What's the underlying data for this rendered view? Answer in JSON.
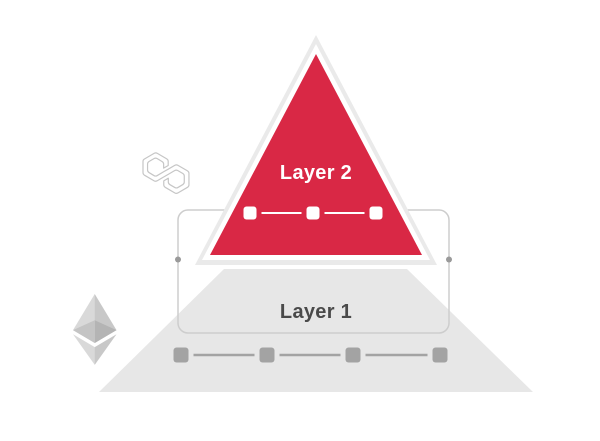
{
  "figure": {
    "title": "Layer 2 scaling pyramid diagram",
    "layer2": {
      "label": "Layer 2",
      "block_count": 3
    },
    "layer1": {
      "label": "Layer 1",
      "block_count": 4
    },
    "icons": {
      "polygon": "Polygon (MATIC) logo",
      "ethereum": "Ethereum logo"
    }
  },
  "colors": {
    "background": "#ffffff",
    "layer2_red": "#d92845",
    "layer2_text": "#ffffff",
    "layer2_block": "#ffffff",
    "outer_triangle": "#eaeaea",
    "triangle_border": "#ffffff",
    "layer1_gray": "#e7e7e7",
    "layer1_text": "#4a4a4a",
    "layer1_block": "#a3a3a3",
    "bracket": "#cdcdcd",
    "dot": "#9a9a9a",
    "logo_gray": "#c6c6c6"
  }
}
